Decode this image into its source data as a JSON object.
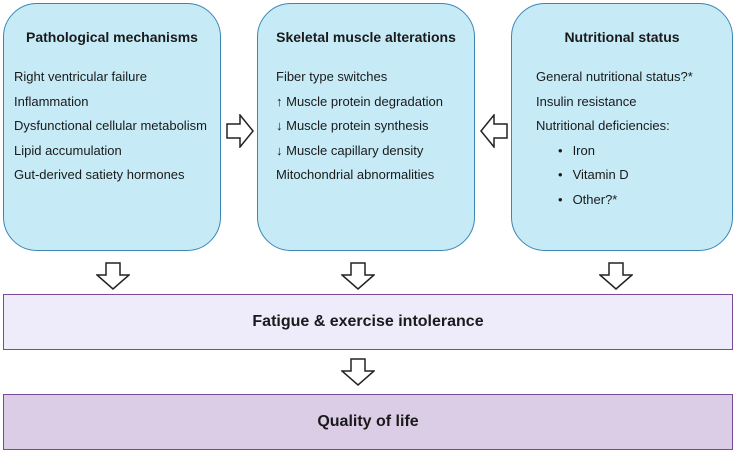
{
  "boxes": {
    "pathological": {
      "title": "Pathological mechanisms",
      "items": [
        "Right ventricular failure",
        "Inflammation",
        "Dysfunctional cellular metabolism",
        "Lipid accumulation",
        "Gut-derived satiety hormones"
      ]
    },
    "skeletal": {
      "title": "Skeletal muscle alterations",
      "items": [
        "Fiber type switches",
        "↑ Muscle protein degradation",
        "↓ Muscle protein synthesis",
        "↓ Muscle capillary density",
        "Mitochondrial abnormalities"
      ]
    },
    "nutritional": {
      "title": "Nutritional status",
      "items": [
        "General nutritional status?*",
        "Insulin resistance",
        "Nutritional deficiencies:"
      ],
      "sub_items": [
        "Iron",
        "Vitamin D",
        "Other?*"
      ]
    }
  },
  "outcomes": {
    "fatigue": "Fatigue & exercise intolerance",
    "quality": "Quality of life"
  },
  "colors": {
    "box_fill": "#c6ebf7",
    "box_border": "#3a86b4",
    "fatigue_fill": "#eeebfa",
    "quality_fill": "#dccde6",
    "bar_border": "#7a4b94"
  }
}
